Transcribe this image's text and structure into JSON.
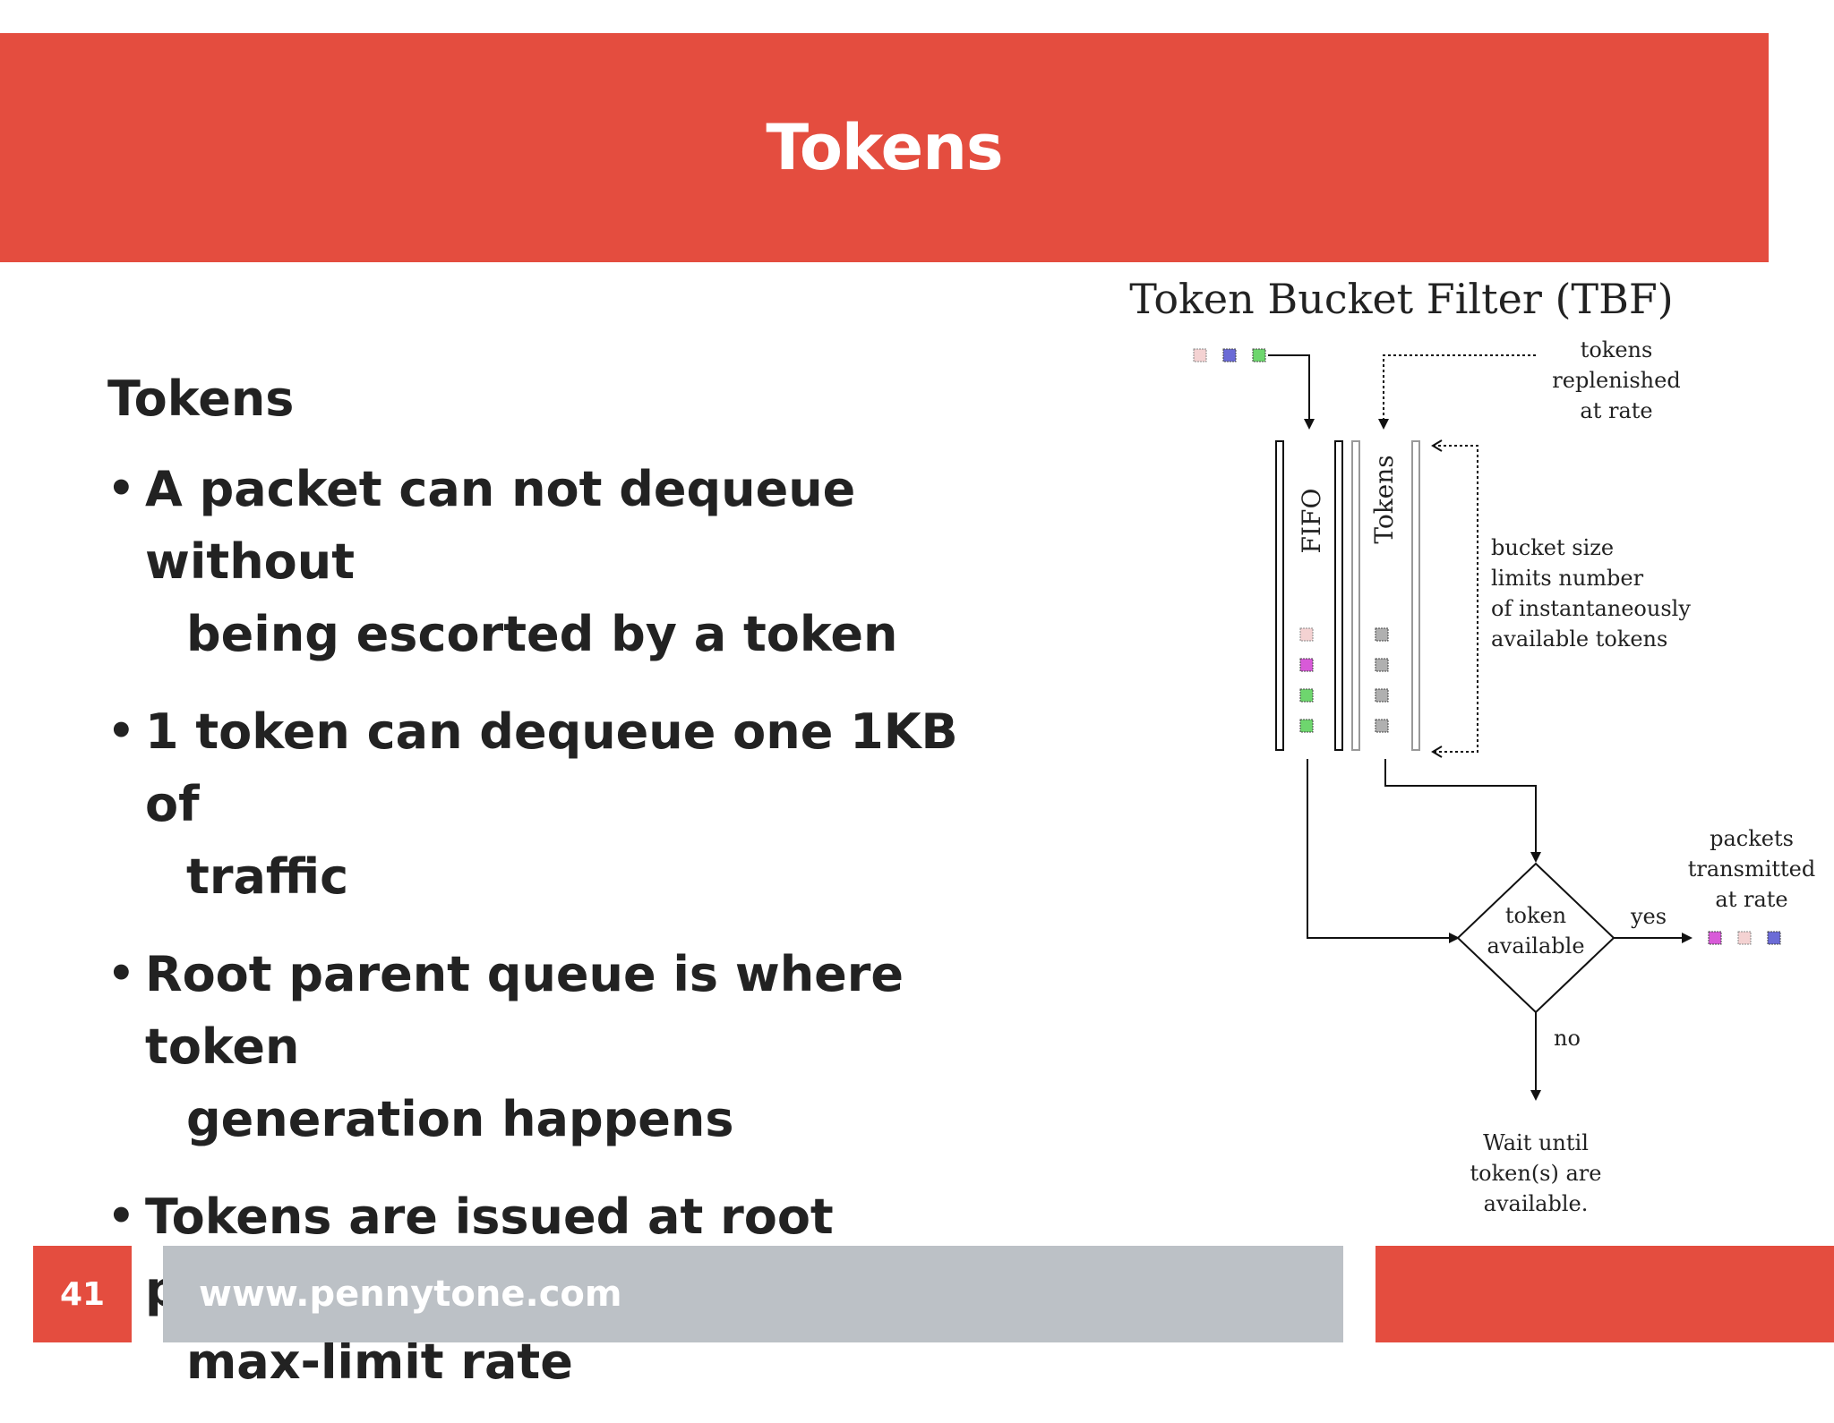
{
  "slide": {
    "title": "Tokens"
  },
  "content": {
    "heading": "Tokens",
    "bullets": [
      {
        "line1": "A packet can not dequeue without",
        "line2": "being escorted by a token"
      },
      {
        "line1": "1 token can dequeue one 1KB of",
        "line2": "traffic"
      },
      {
        "line1": "Root parent queue is where token",
        "line2": "generation happens"
      },
      {
        "line1": "Tokens are issued at root parent’s",
        "line2": "max-limit rate"
      }
    ],
    "bullet_glyph": "•"
  },
  "diagram": {
    "title": "Token Bucket Filter (TBF)",
    "fifo_label": "FIFO",
    "tokens_label": "Tokens",
    "replenish_lines": [
      "tokens",
      "replenished",
      "at rate"
    ],
    "bucket_lines": [
      "bucket size",
      "limits number",
      "of instantaneously",
      "available tokens"
    ],
    "decision_lines": [
      "token",
      "available"
    ],
    "yes_label": "yes",
    "no_label": "no",
    "transmit_lines": [
      "packets",
      "transmitted",
      "at rate"
    ],
    "wait_lines": [
      "Wait until",
      "token(s) are",
      "available."
    ],
    "colors": {
      "pink": "#f4d2d2",
      "blue": "#6b6bd6",
      "green": "#6ed66e",
      "magenta": "#d85ad8",
      "gray": "#b0b0b0"
    }
  },
  "footer": {
    "page_number": "41",
    "url": "www.pennytone.com"
  },
  "theme": {
    "accent": "#e44d3f",
    "footer_gray": "#bcc1c6"
  }
}
